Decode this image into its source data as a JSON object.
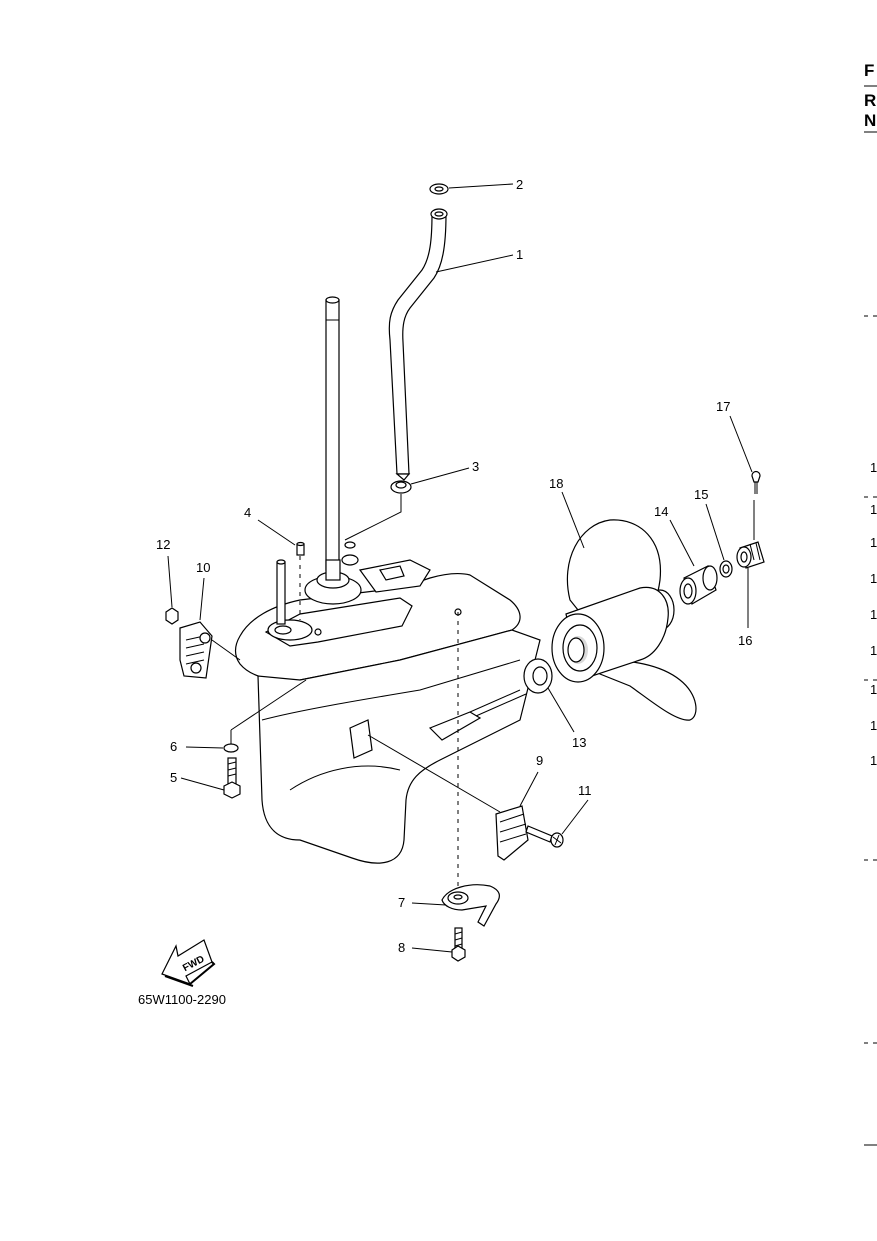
{
  "header_right": {
    "letter_f": "F",
    "letter_r": "R",
    "letter_n": "N"
  },
  "edge_numbers": [
    "1",
    "1",
    "1",
    "1",
    "1",
    "1",
    "1",
    "1",
    "1"
  ],
  "callouts": {
    "c1": "1",
    "c2": "2",
    "c3": "3",
    "c4": "4",
    "c5": "5",
    "c6": "6",
    "c7": "7",
    "c8": "8",
    "c9": "9",
    "c10": "10",
    "c11": "11",
    "c12": "12",
    "c13": "13",
    "c14": "14",
    "c15": "15",
    "c16": "16",
    "c17": "17",
    "c18": "18"
  },
  "fwd_label": "FWD",
  "drawing_code": "65W1100-2290"
}
